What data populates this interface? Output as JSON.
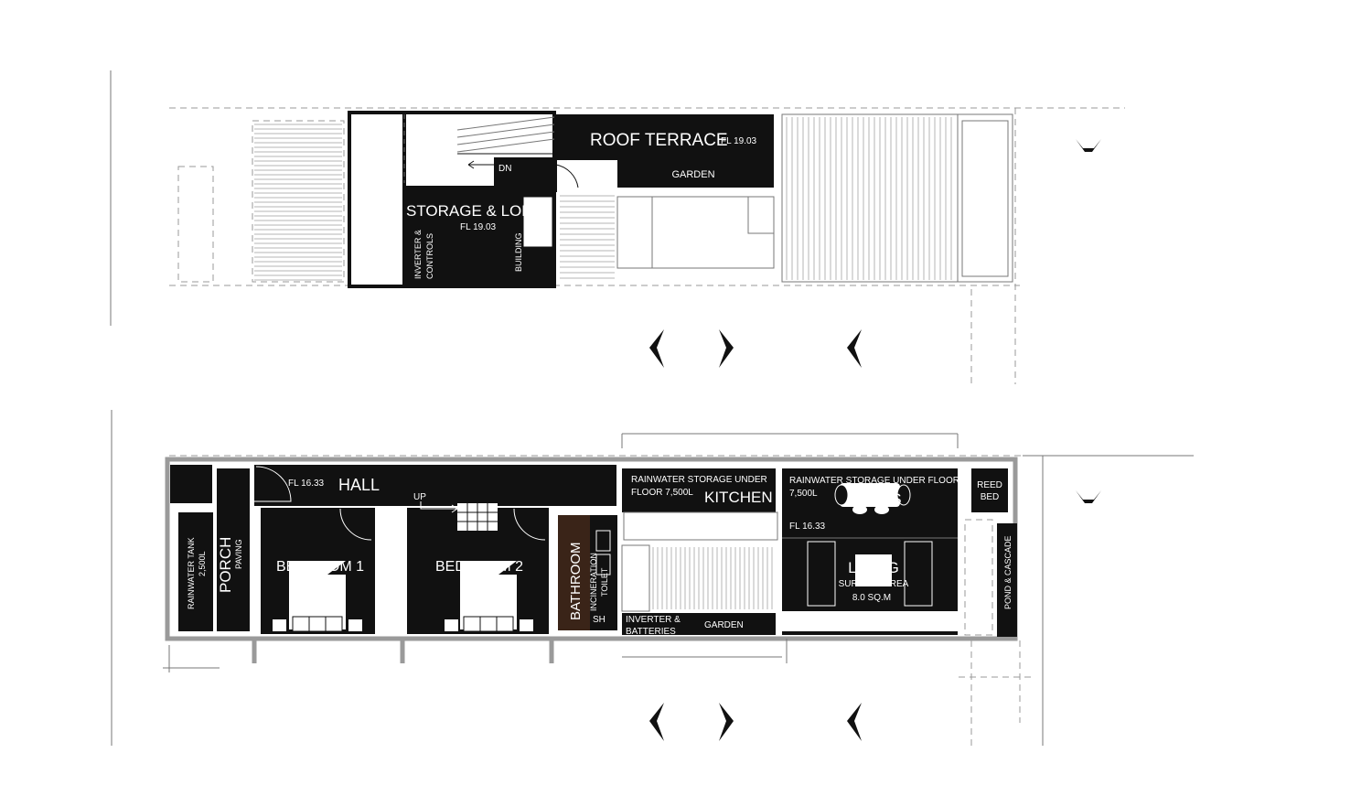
{
  "upper_floor": {
    "roof_terrace": {
      "name": "ROOF TERRACE",
      "level": "FL 19.03"
    },
    "garden": "GARDEN",
    "storage_loft": {
      "name": "STORAGE & LOF",
      "level": "FL 19.03"
    },
    "inverter_controls": [
      "INVERTER &",
      "CONTROLS"
    ],
    "building": "BUILDING",
    "stair_down": "DN"
  },
  "ground_floor": {
    "hall": {
      "name": "HALL",
      "level": "FL 16.33"
    },
    "stair_up": "UP",
    "porch": {
      "name": "PORCH",
      "sub": "PAVING"
    },
    "rainwater_tank": [
      "RAINWATER TANK",
      "2,500L"
    ],
    "bedroom_1": "BEDROOM 1",
    "bedroom_2": "BEDROOM 2",
    "bathroom": "BATHROOM",
    "toilet": [
      "INCINERATION",
      "TOILET"
    ],
    "shower": "SH",
    "rainwater_storage_1": [
      "RAINWATER STORAGE UNDER",
      "FLOOR 7,500L"
    ],
    "kitchen": "KITCHEN",
    "rainwater_storage_2": [
      "RAINWATER STORAGE UNDER FLOOR",
      "7,500L"
    ],
    "meals": "MEALS",
    "level": "FL 16.33",
    "living": {
      "name": "LIVING",
      "note": "SURFACE AREA",
      "area": "8.0 SQ.M"
    },
    "reed_bed": [
      "REED",
      "BED"
    ],
    "pond_cascade": "POND & CASCADE",
    "inverter_batteries": [
      "INVERTER &",
      "BATTERIES"
    ],
    "garden": "GARDEN"
  }
}
